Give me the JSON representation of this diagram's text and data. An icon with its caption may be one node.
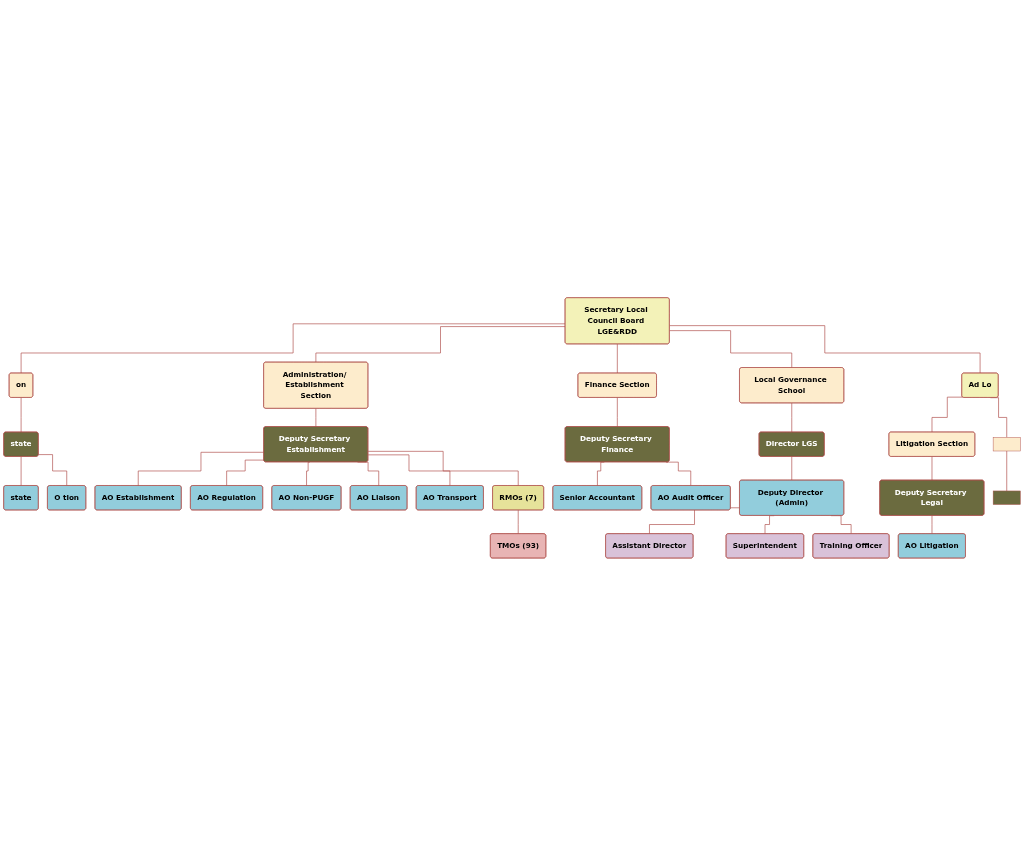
{
  "diagram": {
    "nodes": [
      {
        "text": [
          "Secretary Local Council Board LGE&RDD"
        ]
      },
      {
        "text": [
          "Ad Lo"
        ]
      },
      {
        "text": [
          "on"
        ]
      },
      {
        "text": [
          "Administration/ Establishment Section"
        ]
      },
      {
        "text": [
          "Finance Section"
        ]
      },
      {
        "text": [
          "Local Governance School"
        ]
      },
      {
        "text": [
          "Litigation Section"
        ]
      },
      {
        "text": [],
        "shape": "box"
      },
      {
        "text": [
          "state"
        ]
      },
      {
        "text": [
          "Deputy Secretary Establishment"
        ]
      },
      {
        "text": [
          "Deputy Secretary Finance"
        ]
      },
      {
        "text": [
          "Director LGS"
        ]
      },
      {
        "text": [
          "Deputy Secretary Legal"
        ]
      },
      {
        "text": [],
        "shape": "box"
      },
      {
        "text": [
          "state"
        ]
      },
      {
        "text": [
          "O tion"
        ]
      },
      {
        "text": [
          "AO Establishment"
        ]
      },
      {
        "text": [
          "AO Regulation"
        ]
      },
      {
        "text": [
          "AO Non-PUGF"
        ]
      },
      {
        "text": [
          "AO Liaison"
        ]
      },
      {
        "text": [
          "AO Transport"
        ]
      },
      {
        "text": [
          "RMOs (7)"
        ]
      },
      {
        "text": [
          "TMOs (93)"
        ]
      },
      {
        "text": [
          "Senior Accountant"
        ]
      },
      {
        "text": [
          "AO Audit Officer"
        ]
      },
      {
        "text": [
          "Deputy Director (Admin)"
        ]
      },
      {
        "text": [
          "Assistant Director"
        ]
      },
      {
        "text": [
          "Superintendent"
        ]
      },
      {
        "text": [
          "Training Officer"
        ]
      },
      {
        "text": [
          "AO Litigation"
        ]
      }
    ],
    "edges": [
      {
        "from": 0,
        "to": 2,
        "arrow": "none"
      },
      {
        "from": 0,
        "to": 3,
        "arrow": "none"
      },
      {
        "from": 0,
        "to": 4,
        "arrow": "none"
      },
      {
        "from": 0,
        "to": 5,
        "arrow": "none"
      },
      {
        "from": 0,
        "to": 1,
        "arrow": "none"
      },
      {
        "from": 1,
        "to": 6,
        "arrow": "none"
      },
      {
        "from": 1,
        "to": 7,
        "arrow": "none"
      },
      {
        "from": 2,
        "to": 8,
        "arrow": "none"
      },
      {
        "from": 3,
        "to": 9,
        "arrow": "none"
      },
      {
        "from": 4,
        "to": 10,
        "arrow": "none"
      },
      {
        "from": 5,
        "to": 11,
        "arrow": "none"
      },
      {
        "from": 6,
        "to": 12,
        "arrow": "none"
      },
      {
        "from": 7,
        "to": 13,
        "arrow": "none"
      },
      {
        "from": 8,
        "to": 14,
        "arrow": "none"
      },
      {
        "from": 8,
        "to": 15,
        "arrow": "none"
      },
      {
        "from": 9,
        "to": 16,
        "arrow": "none"
      },
      {
        "from": 9,
        "to": 17,
        "arrow": "none"
      },
      {
        "from": 9,
        "to": 18,
        "arrow": "none"
      },
      {
        "from": 9,
        "to": 19,
        "arrow": "none"
      },
      {
        "from": 9,
        "to": 20,
        "arrow": "none"
      },
      {
        "from": 9,
        "to": 21,
        "arrow": "none"
      },
      {
        "from": 21,
        "to": 22,
        "arrow": "none"
      },
      {
        "from": 10,
        "to": 23,
        "arrow": "none"
      },
      {
        "from": 10,
        "to": 24,
        "arrow": "none"
      },
      {
        "from": 11,
        "to": 25,
        "arrow": "none"
      },
      {
        "from": 25,
        "to": 26,
        "arrow": "none"
      },
      {
        "from": 25,
        "to": 27,
        "arrow": "none"
      },
      {
        "from": 25,
        "to": 28,
        "arrow": "none"
      },
      {
        "from": 12,
        "to": 29,
        "arrow": "none"
      }
    ]
  }
}
